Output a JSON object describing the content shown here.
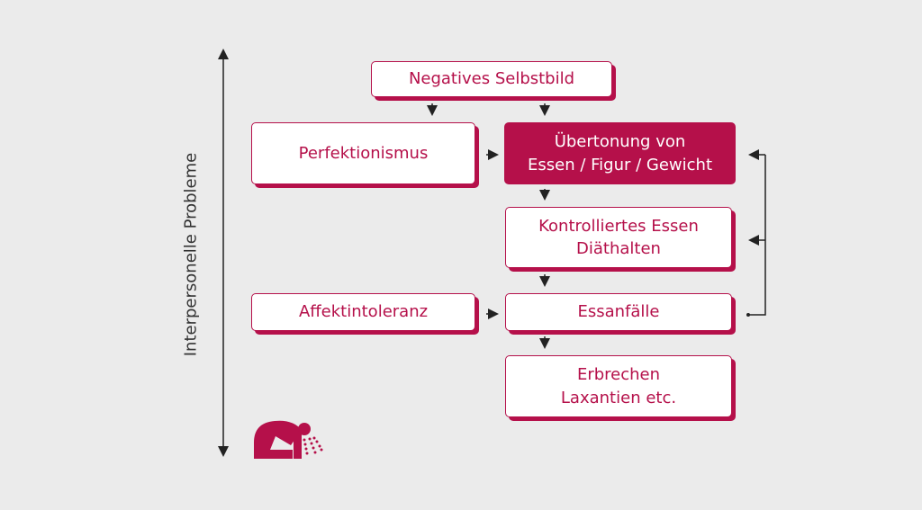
{
  "axis_label": "Interpersonelle Probleme",
  "boxes": {
    "selbstbild": "Negatives Selbstbild",
    "perfektionismus": "Perfektionismus",
    "uebertonung": "Übertonung von\nEssen / Figur / Gewicht",
    "kontrolliert": "Kontrolliertes Essen\nDiäthalten",
    "affekt": "Affektintoleranz",
    "essanfaelle": "Essanfälle",
    "erbrechen": "Erbrechen\nLaxantien etc."
  },
  "colors": {
    "accent": "#b5104a",
    "background": "#ebebeb"
  }
}
